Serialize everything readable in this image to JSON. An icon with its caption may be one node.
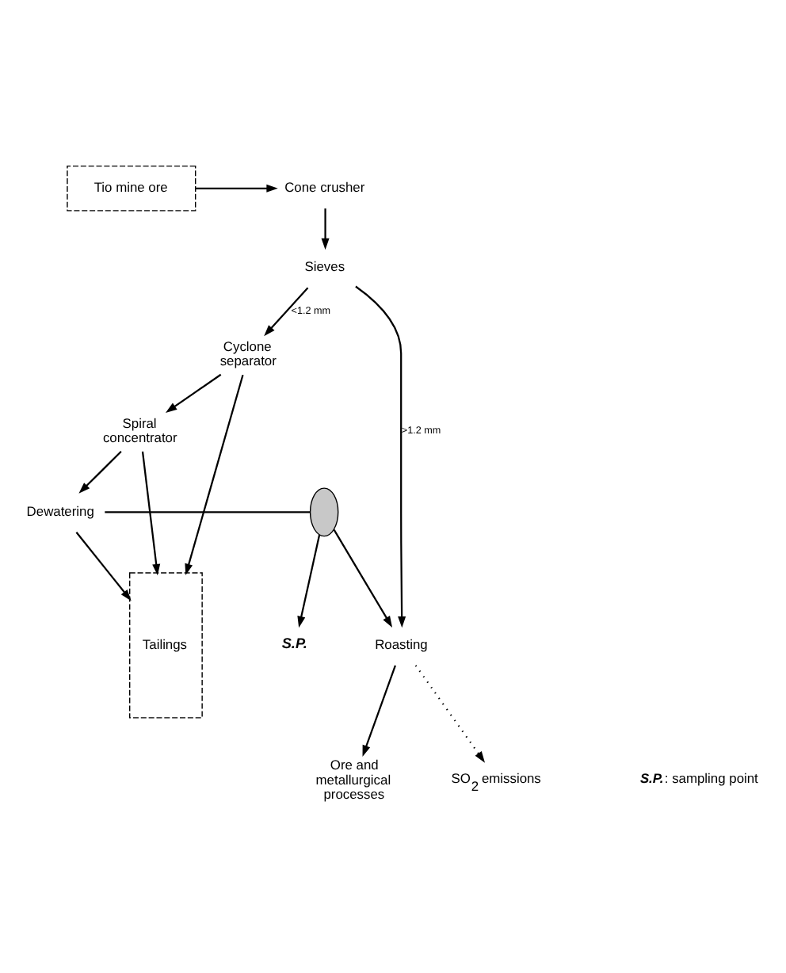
{
  "diagram": {
    "nodes": [
      {
        "text": [
          "Tio mine ore"
        ]
      },
      {
        "text": [
          "Cone crusher"
        ]
      },
      {
        "text": [
          "Sieves"
        ]
      },
      {
        "text": [
          "Cyclone separator"
        ]
      },
      {
        "text": [
          "Tailings"
        ]
      },
      {
        "text": [
          "Spiral concentrator"
        ]
      },
      {
        "text": [
          "Dewatering"
        ]
      },
      {
        "text": [],
        "shape": "ellipse"
      },
      {
        "text": [
          "S.P."
        ]
      },
      {
        "text": [
          "Roasting"
        ]
      },
      {
        "text": [
          "Ore and metallurgical processes"
        ]
      },
      {
        "text": [
          "SO$_{2}$ emissions"
        ]
      }
    ],
    "edges": [
      {
        "from": 0,
        "to": 1,
        "arrow": "to"
      },
      {
        "from": 1,
        "to": 2,
        "arrow": "to"
      },
      {
        "from": 2,
        "to": 9,
        "arrow": "to",
        "label": ">1.2 mm"
      },
      {
        "from": 2,
        "to": 3,
        "arrow": "to",
        "label": "<1.2 mm"
      },
      {
        "from": 3,
        "to": 4,
        "arrow": "to"
      },
      {
        "from": 3,
        "to": 5,
        "arrow": "to"
      },
      {
        "from": 5,
        "to": 4,
        "arrow": "to"
      },
      {
        "from": 5,
        "to": 6,
        "arrow": "to"
      },
      {
        "from": 6,
        "to": 4,
        "arrow": "to"
      },
      {
        "from": 6,
        "to": 7,
        "arrow": "none"
      },
      {
        "from": 7,
        "to": 9,
        "arrow": "to"
      },
      {
        "from": 7,
        "to": 8,
        "arrow": "to"
      },
      {
        "from": 9,
        "to": 10,
        "arrow": "to"
      },
      {
        "from": 9,
        "to": 11,
        "arrow": "to",
        "style": "dashed"
      }
    ],
    "labels": [
      "**S.P.**: sampling point"
    ]
  }
}
